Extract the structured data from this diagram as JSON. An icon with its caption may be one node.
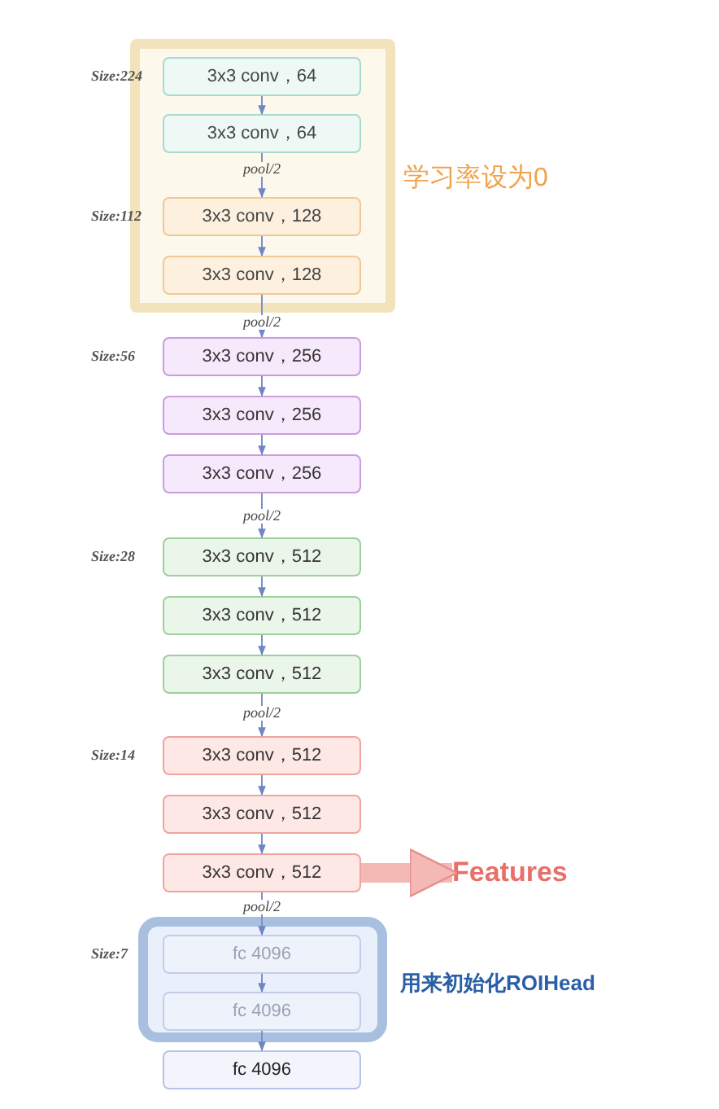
{
  "diagram": {
    "nodes": [
      {
        "text": [
          "学习率设为0"
        ]
      },
      {
        "text": [
          "3x3 conv，64"
        ],
        "in": 0,
        "beside": [
          "Size:224"
        ]
      },
      {
        "text": [
          "3x3 conv，64"
        ],
        "in": 0
      },
      {
        "text": [
          "3x3 conv，128"
        ],
        "in": 0,
        "beside": [
          "Size:112"
        ]
      },
      {
        "text": [
          "3x3 conv，128"
        ],
        "in": 0
      },
      {
        "text": [
          "3x3 conv，256"
        ],
        "beside": [
          "Size:56"
        ]
      },
      {
        "text": [
          "3x3 conv，256"
        ]
      },
      {
        "text": [
          "3x3 conv，256"
        ]
      },
      {
        "text": [
          "3x3 conv，512"
        ],
        "beside": [
          "Size:28"
        ]
      },
      {
        "text": [
          "3x3 conv，512"
        ]
      },
      {
        "text": [
          "3x3 conv，512"
        ]
      },
      {
        "text": [
          "3x3 conv，512"
        ],
        "beside": [
          "Size:14"
        ]
      },
      {
        "text": [
          "3x3 conv，512"
        ]
      },
      {
        "text": [
          "3x3 conv，512"
        ]
      },
      {
        "text": [
          "用来初始化ROIHead"
        ]
      },
      {
        "text": [
          "fc 4096"
        ],
        "in": 14,
        "beside": [
          "Size:7"
        ]
      },
      {
        "text": [
          "fc 4096"
        ],
        "in": 14
      },
      {
        "text": [
          "fc 4096"
        ]
      },
      {
        "text": [
          "Features"
        ]
      }
    ],
    "edges": [
      {
        "from": 1,
        "to": 2,
        "arrow": "to"
      },
      {
        "from": 2,
        "to": 3,
        "arrow": "to",
        "label": "pool/2"
      },
      {
        "from": 3,
        "to": 4,
        "arrow": "to"
      },
      {
        "from": 4,
        "to": 5,
        "arrow": "to",
        "label": "pool/2"
      },
      {
        "from": 5,
        "to": 6,
        "arrow": "to"
      },
      {
        "from": 6,
        "to": 7,
        "arrow": "to"
      },
      {
        "from": 7,
        "to": 8,
        "arrow": "to",
        "label": "pool/2"
      },
      {
        "from": 8,
        "to": 9,
        "arrow": "to"
      },
      {
        "from": 9,
        "to": 10,
        "arrow": "to"
      },
      {
        "from": 10,
        "to": 11,
        "arrow": "to",
        "label": "pool/2"
      },
      {
        "from": 11,
        "to": 12,
        "arrow": "to"
      },
      {
        "from": 12,
        "to": 13,
        "arrow": "to"
      },
      {
        "from": 13,
        "to": 15,
        "arrow": "to",
        "label": "pool/2"
      },
      {
        "from": 15,
        "to": 16,
        "arrow": "to"
      },
      {
        "from": 16,
        "to": 17,
        "arrow": "to"
      },
      {
        "from": 13,
        "to": 18,
        "arrow": "to",
        "style": "thick",
        "color": "#f4b9b5"
      }
    ]
  }
}
